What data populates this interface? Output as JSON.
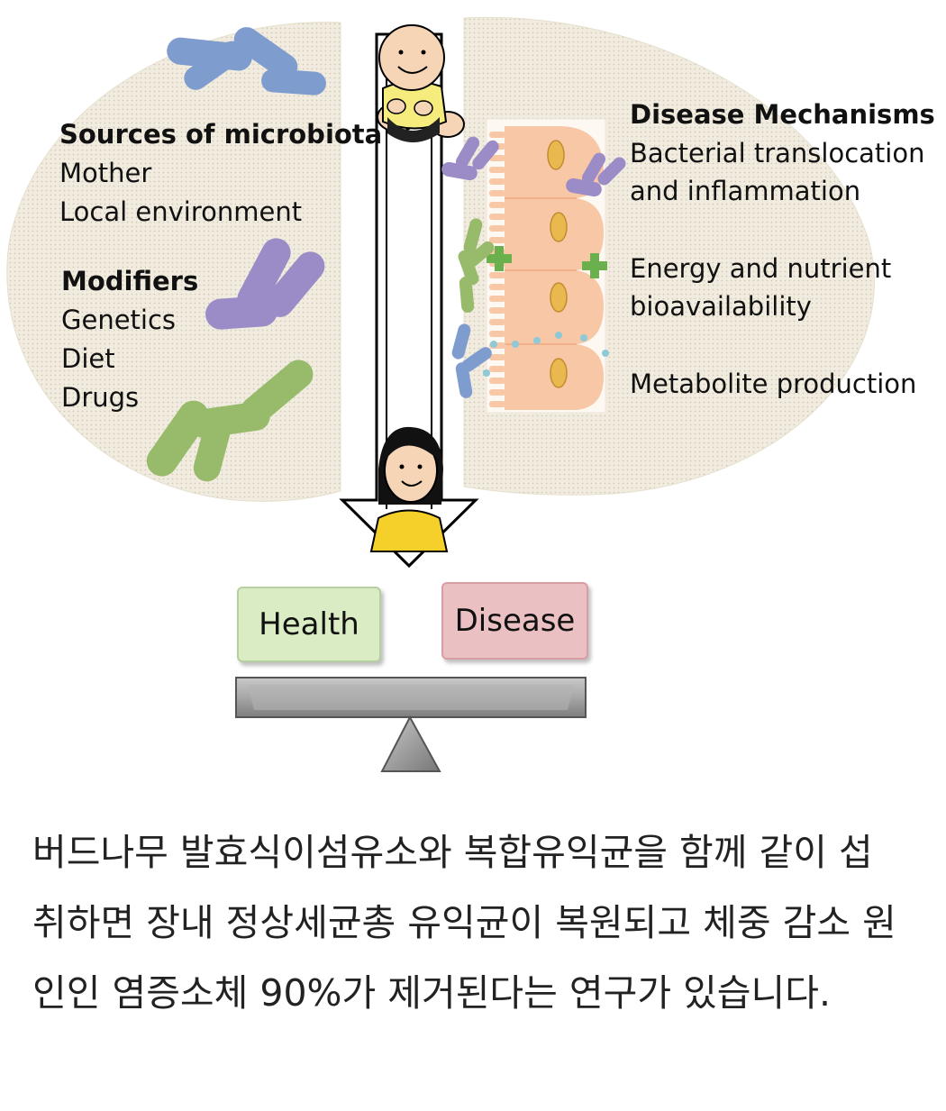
{
  "sources": {
    "heading": "Sources of microbiota",
    "items": [
      "Mother",
      "Local environment"
    ]
  },
  "modifiers": {
    "heading": "Modifiers",
    "items": [
      "Genetics",
      "Diet",
      "Drugs"
    ]
  },
  "mechanisms": {
    "heading": "Disease Mechanisms",
    "items": [
      {
        "line1": "Bacterial translocation",
        "line2": "and inflammation"
      },
      {
        "line1": "Energy and nutrient",
        "line2": "bioavailability"
      },
      {
        "line1": "Metabolite production",
        "line2": ""
      }
    ]
  },
  "balance": {
    "left_label": "Health",
    "right_label": "Disease",
    "left_color": "#d9ecc4",
    "right_color": "#ebc0c3",
    "beam_color": "#9a9a9a"
  },
  "caption": "버드나무 발효식이섬유소와 복합유익균을 함께 같이 섭취하면 장내 정상세균총 유익균이 복원되고 체중 감소 원인인 염증소체 90%가 제거된다는 연구가 있습니다.",
  "colors": {
    "blob": "#ece6d4",
    "bacteria_blue": "#7f9ccf",
    "bacteria_purple": "#9b8bc6",
    "bacteria_green": "#97bb6a",
    "cell": "#f8c7a6",
    "nucleus": "#e9b94f",
    "shirt_baby": "#f5ec7d",
    "shirt_woman": "#f5cf2a"
  }
}
